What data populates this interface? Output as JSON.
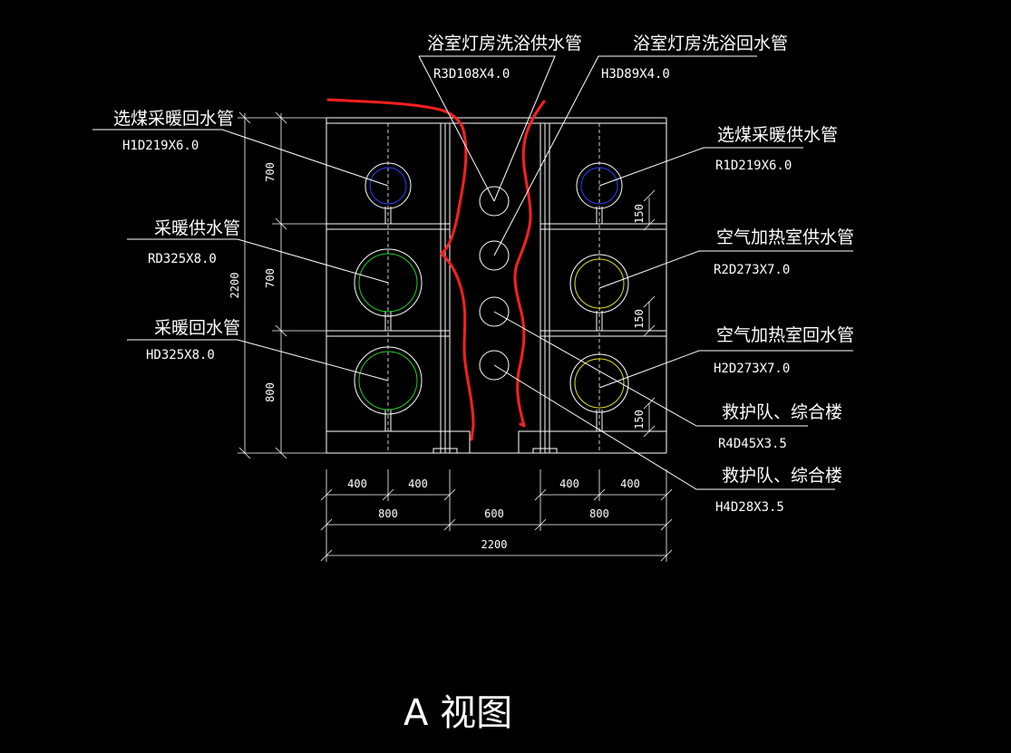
{
  "colors": {
    "background": "#000000",
    "lines": "#ffffff",
    "markup": "#ff2020",
    "pipe_blue": "#2b3cff",
    "pipe_green": "#22cc22",
    "pipe_yellow": "#dddd22"
  },
  "labels": {
    "left_top_name": "选煤采暖回水管",
    "left_top_code": "H1D219X6.0",
    "left_mid_name": "采暖供水管",
    "left_mid_code": "RD325X8.0",
    "left_bot_name": "采暖回水管",
    "left_bot_code": "HD325X8.0",
    "mid_a_name": "浴室灯房洗浴供水管",
    "mid_a_code": "R3D108X4.0",
    "mid_b_name": "浴室灯房洗浴回水管",
    "mid_b_code": "H3D89X4.0",
    "right_top_name": "选煤采暖供水管",
    "right_top_code": "R1D219X6.0",
    "right_mid_name": "空气加热室供水管",
    "right_mid_code": "R2D273X7.0",
    "right_bot_name": "空气加热室回水管",
    "right_bot_code": "H2D273X7.0",
    "right_r4_name": "救护队、综合楼",
    "right_r4_code": "R4D45X3.5",
    "right_h4_name": "救护队、综合楼",
    "right_h4_code": "H4D28X3.5"
  },
  "dims": {
    "v_total": "2200",
    "v_top": "700",
    "v_mid": "700",
    "v_bot": "800",
    "r_150_a": "150",
    "r_150_b": "150",
    "r_150_c": "150",
    "b_400_1": "400",
    "b_400_2": "400",
    "b_400_3": "400",
    "b_400_4": "400",
    "b_800_l": "800",
    "b_600": "600",
    "b_800_r": "800",
    "b_2200": "2200"
  },
  "view_title": "A 视图"
}
